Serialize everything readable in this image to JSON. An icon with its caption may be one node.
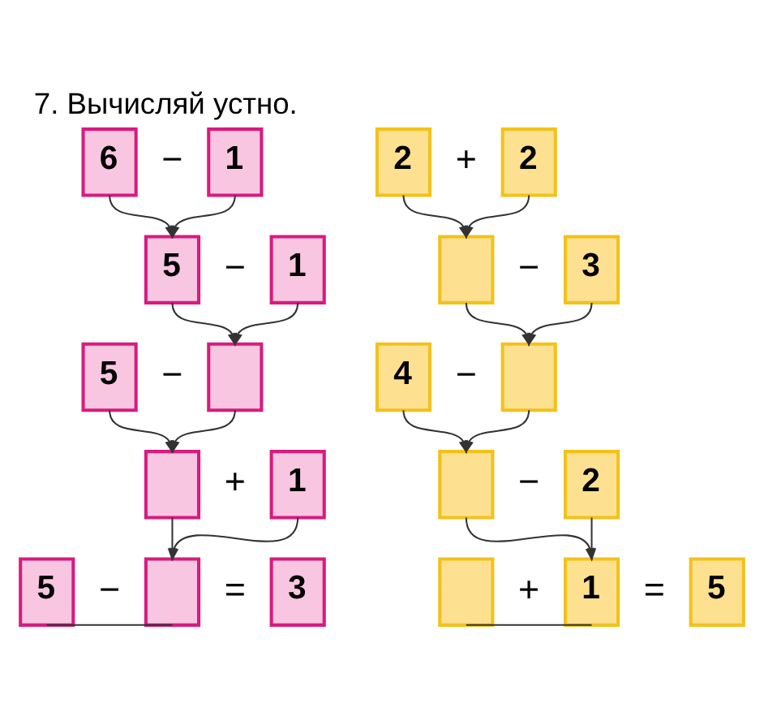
{
  "diagram": {
    "title": "7. Вычисляй устно.",
    "nodes": [
      {
        "text": [
          "6"
        ]
      },
      {
        "text": [
          "1"
        ]
      },
      {
        "text": [
          "5"
        ]
      },
      {
        "text": [
          "1"
        ]
      },
      {
        "text": [
          "5"
        ]
      },
      {
        "text": [],
        "shape": "box"
      },
      {
        "text": [],
        "shape": "box"
      },
      {
        "text": [
          "1"
        ]
      },
      {
        "text": [
          "5"
        ]
      },
      {
        "text": [],
        "shape": "box"
      },
      {
        "text": [
          "3"
        ]
      },
      {
        "text": [
          "2"
        ]
      },
      {
        "text": [
          "2"
        ]
      },
      {
        "text": [],
        "shape": "box"
      },
      {
        "text": [
          "3"
        ]
      },
      {
        "text": [
          "4"
        ]
      },
      {
        "text": [],
        "shape": "box"
      },
      {
        "text": [],
        "shape": "box"
      },
      {
        "text": [
          "2"
        ]
      },
      {
        "text": [],
        "shape": "box"
      },
      {
        "text": [
          "1"
        ]
      },
      {
        "text": [
          "5"
        ]
      }
    ],
    "edges": [
      {
        "from": 0,
        "to": 2,
        "arrow": "to"
      },
      {
        "from": 1,
        "to": 2,
        "arrow": "to"
      },
      {
        "from": 2,
        "to": 5,
        "arrow": "to"
      },
      {
        "from": 3,
        "to": 5,
        "arrow": "to"
      },
      {
        "from": 4,
        "to": 6,
        "arrow": "to"
      },
      {
        "from": 5,
        "to": 6,
        "arrow": "to"
      },
      {
        "from": 6,
        "to": 9,
        "arrow": "to"
      },
      {
        "from": 7,
        "to": 9,
        "arrow": "to"
      },
      {
        "from": 8,
        "to": 9,
        "arrow": "none"
      },
      {
        "from": 11,
        "to": 13,
        "arrow": "to"
      },
      {
        "from": 12,
        "to": 13,
        "arrow": "to"
      },
      {
        "from": 13,
        "to": 16,
        "arrow": "to"
      },
      {
        "from": 14,
        "to": 16,
        "arrow": "to"
      },
      {
        "from": 15,
        "to": 17,
        "arrow": "to"
      },
      {
        "from": 16,
        "to": 17,
        "arrow": "to"
      },
      {
        "from": 17,
        "to": 20,
        "arrow": "to"
      },
      {
        "from": 18,
        "to": 20,
        "arrow": "to"
      },
      {
        "from": 19,
        "to": 20,
        "arrow": "none"
      }
    ],
    "labels": [
      "−",
      "−",
      "−",
      "+",
      "−",
      "=",
      "+",
      "−",
      "−",
      "−",
      "+",
      "="
    ]
  }
}
